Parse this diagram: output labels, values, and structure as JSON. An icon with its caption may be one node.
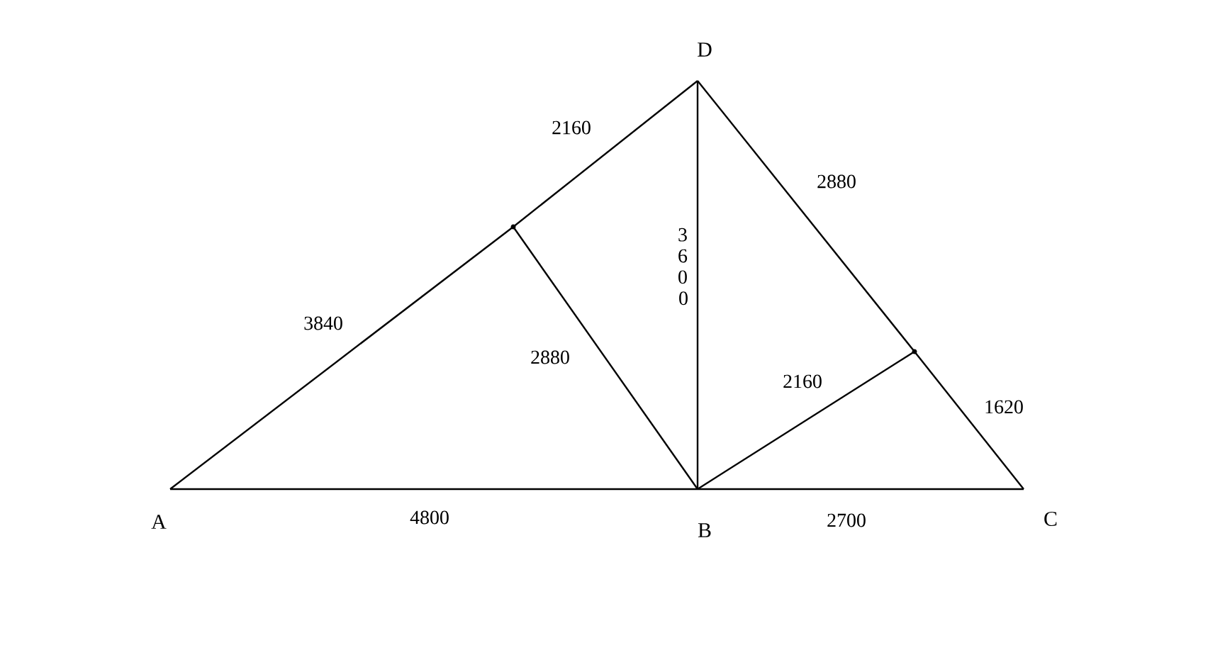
{
  "diagram": {
    "nodes": [
      {
        "text": [
          "A"
        ]
      },
      {
        "text": [
          "B"
        ]
      },
      {
        "text": [
          "C"
        ]
      },
      {
        "text": [
          "D"
        ]
      },
      {
        "text": [],
        "shape": "point"
      },
      {
        "text": [],
        "shape": "point"
      }
    ],
    "edges": [
      {
        "from": 0,
        "to": 1,
        "arrow": "none",
        "label": "4800"
      },
      {
        "from": 1,
        "to": 2,
        "arrow": "none",
        "label": "2700"
      },
      {
        "from": 0,
        "to": 4,
        "arrow": "none",
        "label": "3840"
      },
      {
        "from": 4,
        "to": 3,
        "arrow": "none",
        "label": "2160"
      },
      {
        "from": 3,
        "to": 5,
        "arrow": "none",
        "label": "2880"
      },
      {
        "from": 5,
        "to": 2,
        "arrow": "none",
        "label": "1620"
      },
      {
        "from": 1,
        "to": 4,
        "arrow": "none",
        "label": "2880"
      },
      {
        "from": 1,
        "to": 5,
        "arrow": "none",
        "label": "2160"
      },
      {
        "from": 3,
        "to": 1,
        "arrow": "none",
        "label": "3600"
      }
    ]
  }
}
